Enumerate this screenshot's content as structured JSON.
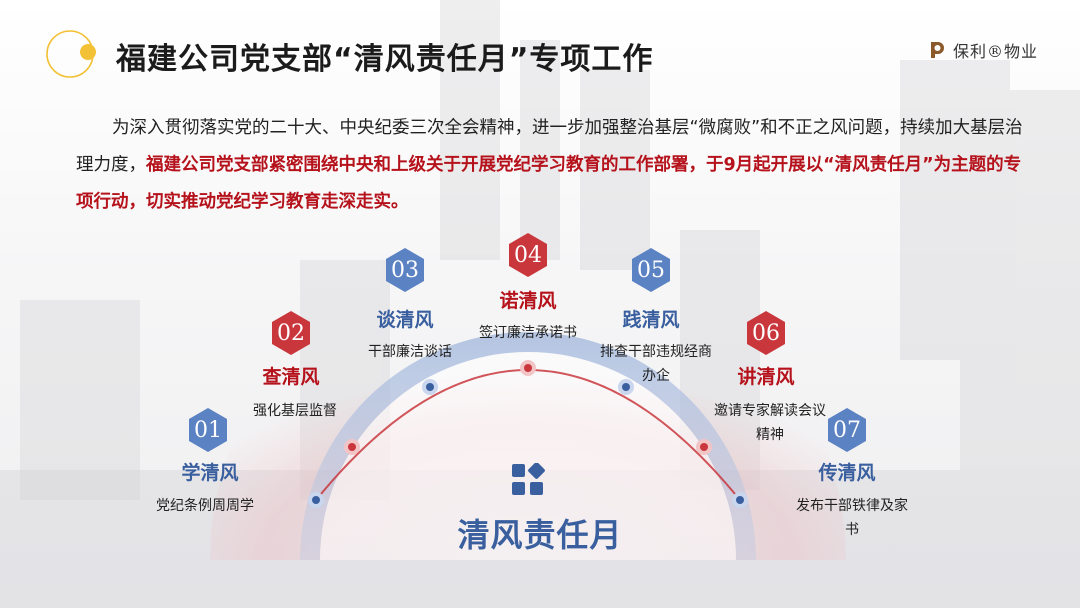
{
  "title": "福建公司党支部“清风责任月”专项工作",
  "brand": {
    "text": "保利®物业"
  },
  "intro": {
    "normal": "为深入贯彻落实党的二十大、中央纪委三次全会精神，进一步加强整治基层“微腐败”和不正之风问题，持续加大基层治理力度，",
    "highlight": "福建公司党支部紧密围绕中央和上级关于开展党纪学习教育的工作部署，于9月起开展以“清风责任月”为主题的专项行动，切实推动党纪学习教育走深走实。"
  },
  "items": [
    {
      "num": "01",
      "title": "学清风",
      "desc": "党纪条例周周学",
      "color": "blue"
    },
    {
      "num": "02",
      "title": "查清风",
      "desc": "强化基层监督",
      "color": "red"
    },
    {
      "num": "03",
      "title": "谈清风",
      "desc": "干部廉洁谈话",
      "color": "blue"
    },
    {
      "num": "04",
      "title": "诺清风",
      "desc": "签订廉洁承诺书",
      "color": "red"
    },
    {
      "num": "05",
      "title": "践清风",
      "desc": "排查干部违规经商办企",
      "color": "blue"
    },
    {
      "num": "06",
      "title": "讲清风",
      "desc": "邀请专家解读会议精神",
      "color": "red"
    },
    {
      "num": "07",
      "title": "传清风",
      "desc": "发布干部铁律及家书",
      "color": "blue"
    }
  ],
  "center": {
    "title": "清风责任月",
    "icon": "grid-apps-icon"
  },
  "colors": {
    "red": "#b5121b",
    "blue": "#3a5f9f",
    "badge_blue": "#5b82c2",
    "badge_red": "#c9373d",
    "accent_yellow": "#f3c136"
  }
}
